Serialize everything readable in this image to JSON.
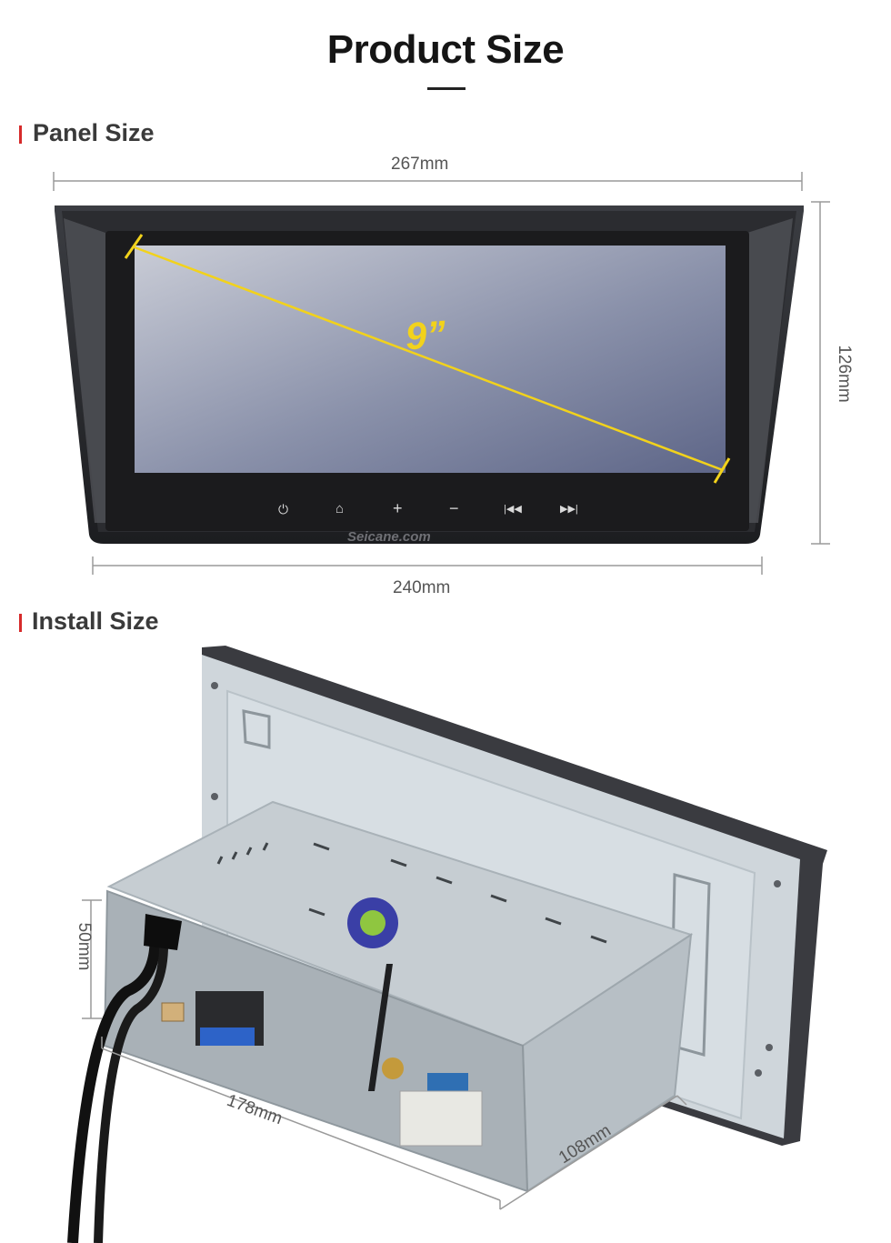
{
  "header": {
    "title": "Product Size"
  },
  "panel_section": {
    "heading": "Panel Size",
    "width_label": "267mm",
    "height_label": "126mm",
    "bottom_width_label": "240mm",
    "screen_diagonal_label": "9”",
    "watermark": "Seicane.com",
    "buttons": [
      "power-icon",
      "home-icon",
      "plus-icon",
      "minus-icon",
      "previous-track-icon",
      "next-track-icon"
    ]
  },
  "install_section": {
    "heading": "Install Size",
    "height_label": "50mm",
    "depth_label": "178mm",
    "width_label": "108mm"
  },
  "colors": {
    "accent_marker": "#d62a2a",
    "diagonal_line": "#f2d21b"
  }
}
